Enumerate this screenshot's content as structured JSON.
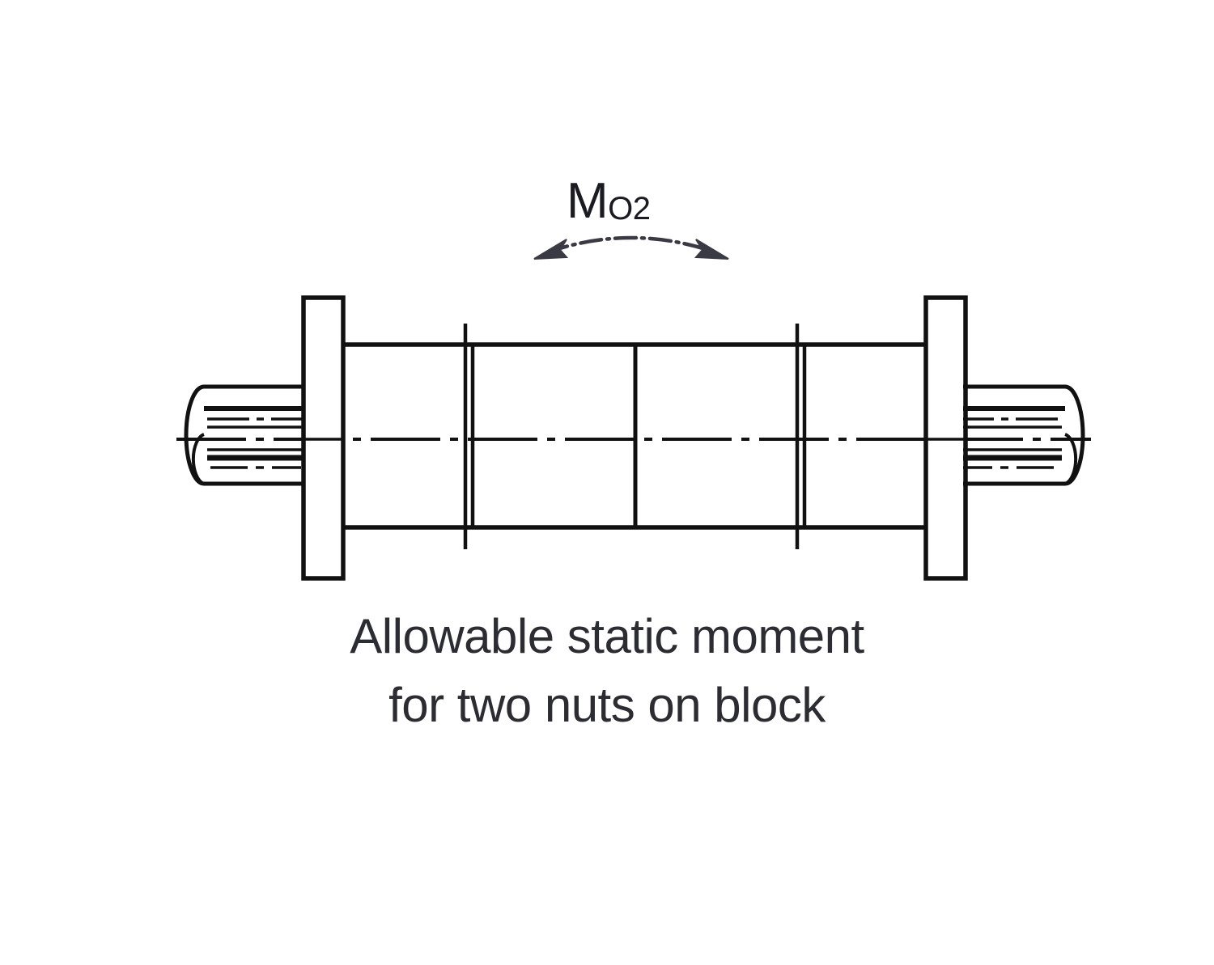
{
  "figure": {
    "kind": "engineering-drawing",
    "subject": "ball-screw-nut-assembly-sectional-view",
    "background_color": "#ffffff",
    "line_color": "#111111"
  },
  "moment_label": {
    "symbol": "M",
    "subscript": "O2",
    "full_text": "MO2",
    "meaning": "allowable static moment about axis O2",
    "arrow": {
      "icon": "double-headed-arc-arrow",
      "direction": "bidirectional",
      "color": "#3a3a44"
    }
  },
  "caption": {
    "line1": "Allowable static moment",
    "line2": "for two nuts on block",
    "color": "#2c2c33"
  },
  "drawing_parts": {
    "left_flange": "left-nut-flange",
    "right_flange": "right-nut-flange",
    "left_shaft": "left-screw-shaft-end",
    "right_shaft": "right-screw-shaft-end",
    "nut_body": "twin-nut-body",
    "center_axis": "screw-center-axis",
    "left_joint": "left-nut-joint-line",
    "right_joint": "right-nut-joint-line",
    "mid_partition": "nut-pair-partition-line"
  }
}
